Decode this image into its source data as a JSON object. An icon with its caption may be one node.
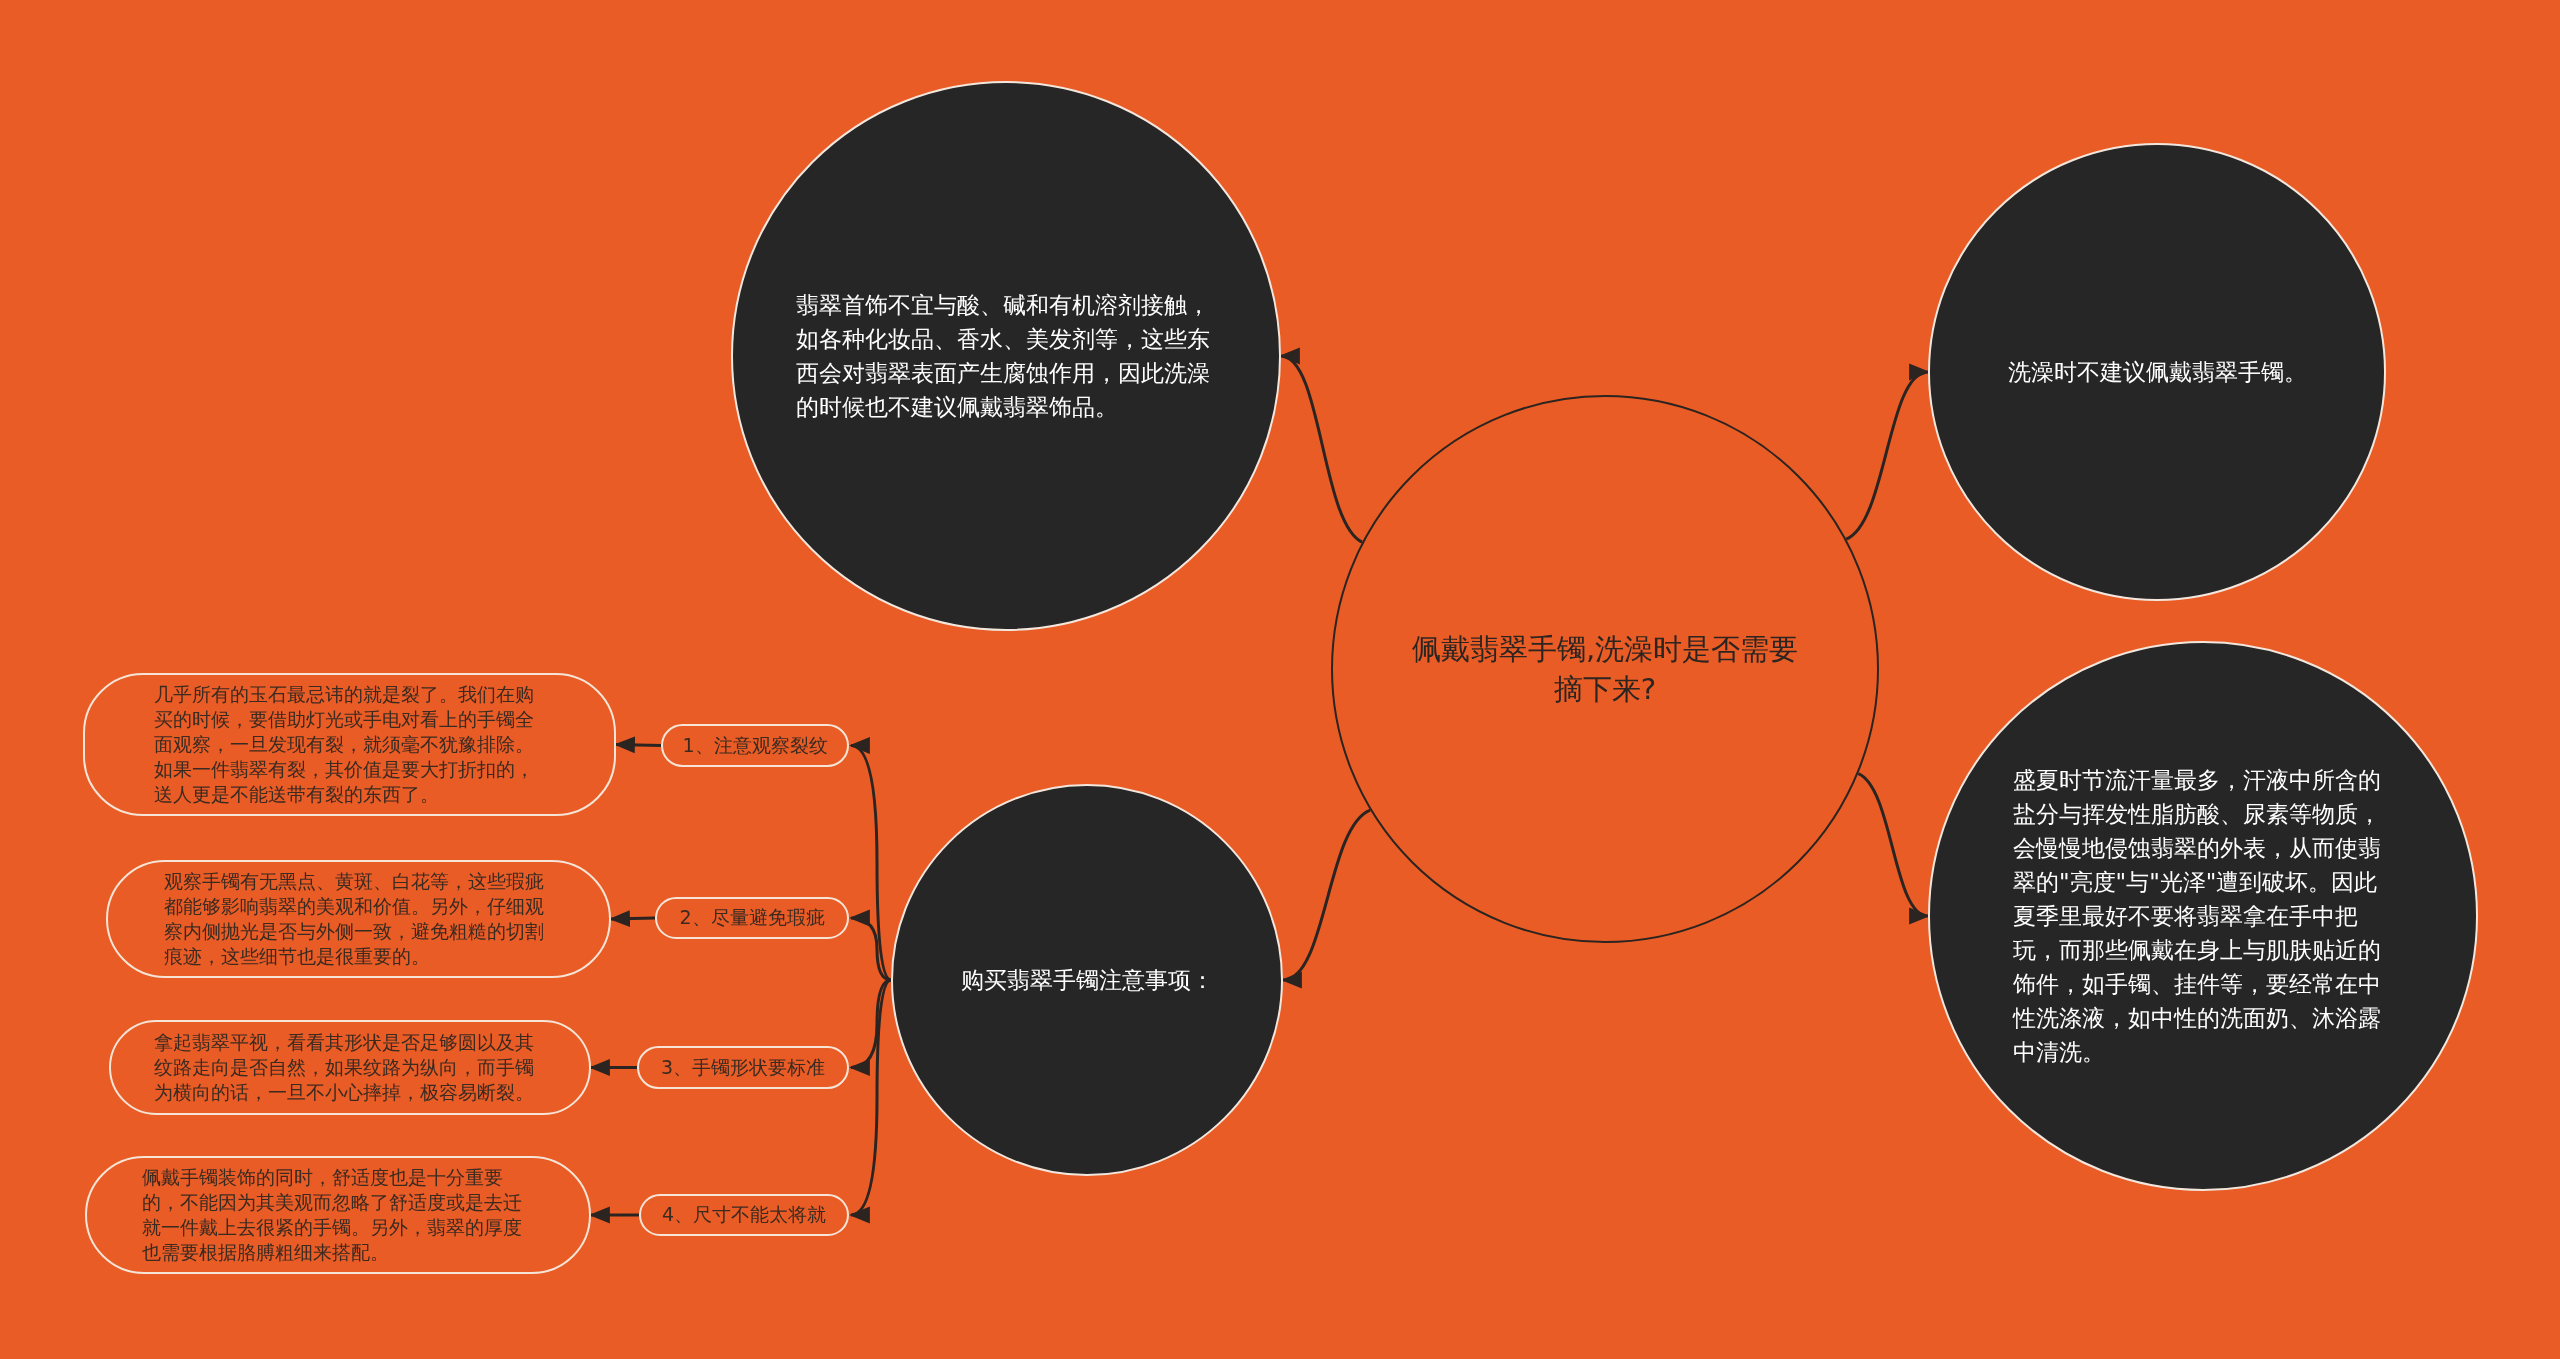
{
  "diagram": {
    "nodes": [
      {
        "text": [
          "佩戴翡翠手镯,洗澡时是否需要摘下来?"
        ]
      },
      {
        "text": [
          "翡翠首饰不宜与酸、碱和有机溶剂接触，如各种化妆品、香水、美发剂等，这些东西会对翡翠表面产生腐蚀作用，因此洗澡的时候也不建议佩戴翡翠饰品。"
        ]
      },
      {
        "text": [
          "洗澡时不建议佩戴翡翠手镯。"
        ]
      },
      {
        "text": [
          "盛夏时节流汗量最多，汗液中所含的盐分与挥发性脂肪酸、尿素等物质，会慢慢地侵蚀翡翠的外表，从而使翡翠的\"亮度\"与\"光泽\"遭到破坏。因此夏季里最好不要将翡翠拿在手中把玩，而那些佩戴在身上与肌肤贴近的饰件，如手镯、挂件等，要经常在中性洗涤液，如中性的洗面奶、沐浴露中清洗。"
        ]
      },
      {
        "text": [
          "购买翡翠手镯注意事项："
        ]
      },
      {
        "text": [
          "1、注意观察裂纹"
        ]
      },
      {
        "text": [
          "几乎所有的玉石最忌讳的就是裂了。我们在购买的时候，要借助灯光或手电对看上的手镯全面观察，一旦发现有裂，就须毫不犹豫排除。如果一件翡翠有裂，其价值是要大打折扣的，送人更是不能送带有裂的东西了。"
        ]
      },
      {
        "text": [
          "2、尽量避免瑕疵"
        ]
      },
      {
        "text": [
          "观察手镯有无黑点、黄斑、白花等，这些瑕疵都能够影响翡翠的美观和价值。另外，仔细观察内侧抛光是否与外侧一致，避免粗糙的切割痕迹，这些细节也是很重要的。"
        ]
      },
      {
        "text": [
          "3、手镯形状要标准"
        ]
      },
      {
        "text": [
          "拿起翡翠平视，看看其形状是否足够圆以及其纹路走向是否自然，如果纹路为纵向，而手镯为横向的话，一旦不小心摔掉，极容易断裂。"
        ]
      },
      {
        "text": [
          "4、尺寸不能太将就"
        ]
      },
      {
        "text": [
          "佩戴手镯装饰的同时，舒适度也是十分重要的，不能因为其美观而忽略了舒适度或是去迁就一件戴上去很紧的手镯。另外，翡翠的厚度也需要根据胳膊粗细来搭配。"
        ]
      }
    ],
    "edges": [
      {
        "from": 0,
        "to": 1,
        "arrow": "to"
      },
      {
        "from": 0,
        "to": 2,
        "arrow": "to"
      },
      {
        "from": 0,
        "to": 3,
        "arrow": "to"
      },
      {
        "from": 0,
        "to": 4,
        "arrow": "to"
      },
      {
        "from": 4,
        "to": 5,
        "arrow": "to"
      },
      {
        "from": 4,
        "to": 7,
        "arrow": "to"
      },
      {
        "from": 4,
        "to": 9,
        "arrow": "to"
      },
      {
        "from": 4,
        "to": 11,
        "arrow": "to"
      },
      {
        "from": 5,
        "to": 6,
        "arrow": "to"
      },
      {
        "from": 7,
        "to": 8,
        "arrow": "to"
      },
      {
        "from": 9,
        "to": 10,
        "arrow": "to"
      },
      {
        "from": 11,
        "to": 12,
        "arrow": "to"
      }
    ]
  }
}
